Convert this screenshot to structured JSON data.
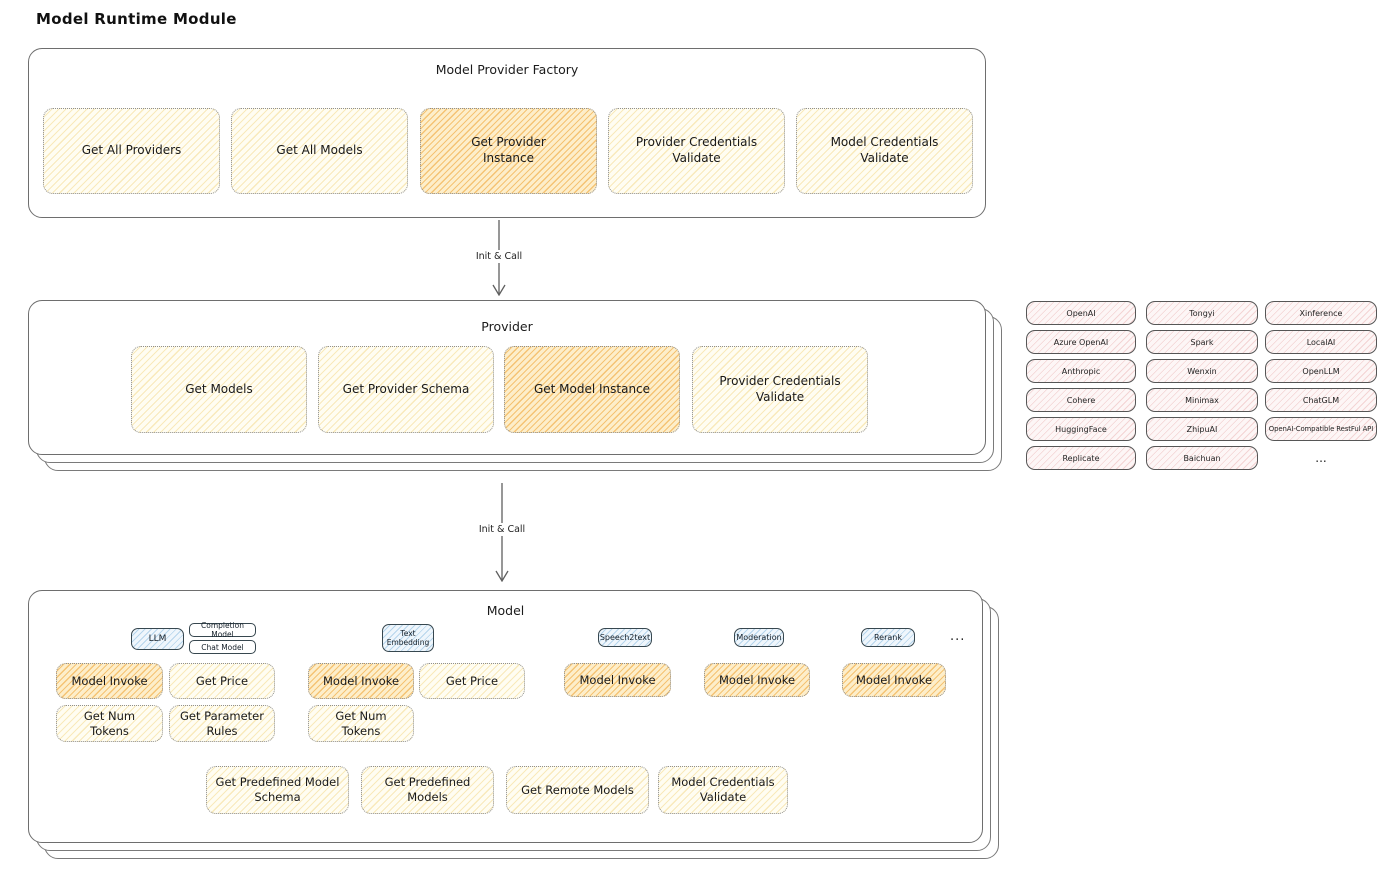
{
  "page_title": "Model Runtime Module",
  "colors": {
    "yellow_node_bg": "#fffdf2",
    "yellow_hatch": "#f0ce70",
    "orange_node_bg": "#fdeeca",
    "orange_hatch": "#f0a83e",
    "pink_node_bg": "#fdf6f6",
    "pink_hatch": "#e8aaaa",
    "blue_tag_bg": "#eff6fc",
    "blue_tag_hatch": "#7db4dc",
    "container_border": "#6e6e6e",
    "text": "#1d1d1d"
  },
  "factory": {
    "title": "Model Provider Factory",
    "boxes": [
      {
        "label": "Get All Providers",
        "highlighted": false
      },
      {
        "label": "Get All Models",
        "highlighted": false
      },
      {
        "label": "Get Provider Instance",
        "highlighted": true
      },
      {
        "label": "Provider Credentials Validate",
        "highlighted": false
      },
      {
        "label": "Model Credentials Validate",
        "highlighted": false
      }
    ]
  },
  "arrows": {
    "factory_to_provider": "Init & Call",
    "provider_to_model": "Init & Call"
  },
  "provider": {
    "title": "Provider",
    "boxes": [
      {
        "label": "Get Models",
        "highlighted": false
      },
      {
        "label": "Get Provider Schema",
        "highlighted": false
      },
      {
        "label": "Get Model Instance",
        "highlighted": true
      },
      {
        "label": "Provider Credentials Validate",
        "highlighted": false
      }
    ]
  },
  "providers_grid": {
    "columns": [
      [
        "OpenAI",
        "Azure OpenAI",
        "Anthropic",
        "Cohere",
        "HuggingFace",
        "Replicate"
      ],
      [
        "Tongyi",
        "Spark",
        "Wenxin",
        "Minimax",
        "ZhipuAI",
        "Baichuan"
      ],
      [
        "Xinference",
        "LocalAI",
        "OpenLLM",
        "ChatGLM",
        "OpenAI-Compatible RestFul API"
      ]
    ],
    "more": "..."
  },
  "model": {
    "title": "Model",
    "tags": {
      "llm": "LLM",
      "completion": "Completion Model",
      "chat": "Chat Model",
      "embedding": "Text Embedding",
      "speech2text": "Speech2text",
      "moderation": "Moderation",
      "rerank": "Rerank",
      "more": "..."
    },
    "llm_ops": {
      "invoke": "Model Invoke",
      "price": "Get Price",
      "tokens": "Get Num Tokens",
      "params": "Get Parameter Rules"
    },
    "embedding_ops": {
      "invoke": "Model Invoke",
      "price": "Get Price",
      "tokens": "Get Num Tokens"
    },
    "speech2text_ops": {
      "invoke": "Model Invoke"
    },
    "moderation_ops": {
      "invoke": "Model Invoke"
    },
    "rerank_ops": {
      "invoke": "Model Invoke"
    },
    "common_ops": [
      "Get Predefined Model Schema",
      "Get Predefined Models",
      "Get Remote Models",
      "Model Credentials Validate"
    ]
  }
}
